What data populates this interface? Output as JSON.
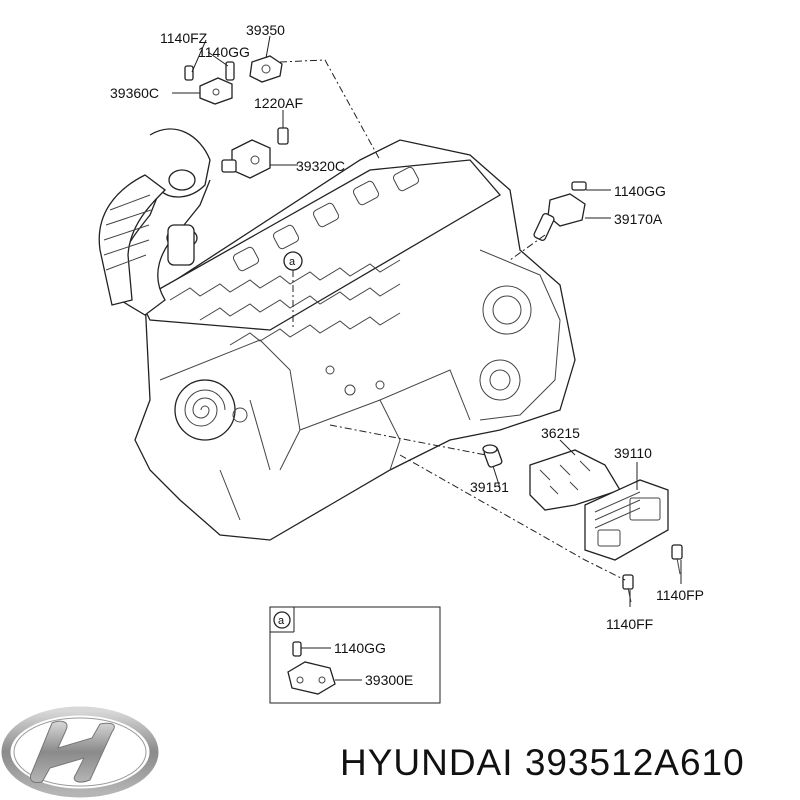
{
  "callouts": {
    "c1140FZ": "1140FZ",
    "c39350": "39350",
    "c1140GG_top": "1140GG",
    "c39360C": "39360C",
    "c1220AF": "1220AF",
    "c39320C": "39320C",
    "c1140GG_right": "1140GG",
    "c39170A": "39170A",
    "c36215": "36215",
    "c39110": "39110",
    "c39151": "39151",
    "c1140FP": "1140FP",
    "c1140FF": "1140FF",
    "ref_a": "a"
  },
  "inset": {
    "marker": "a",
    "c1140GG": "1140GG",
    "c39300E": "39300E"
  },
  "footer": {
    "brand": "HYUNDAI",
    "part_number": "393512A610",
    "logo_icon": "hyundai-logo-icon"
  }
}
